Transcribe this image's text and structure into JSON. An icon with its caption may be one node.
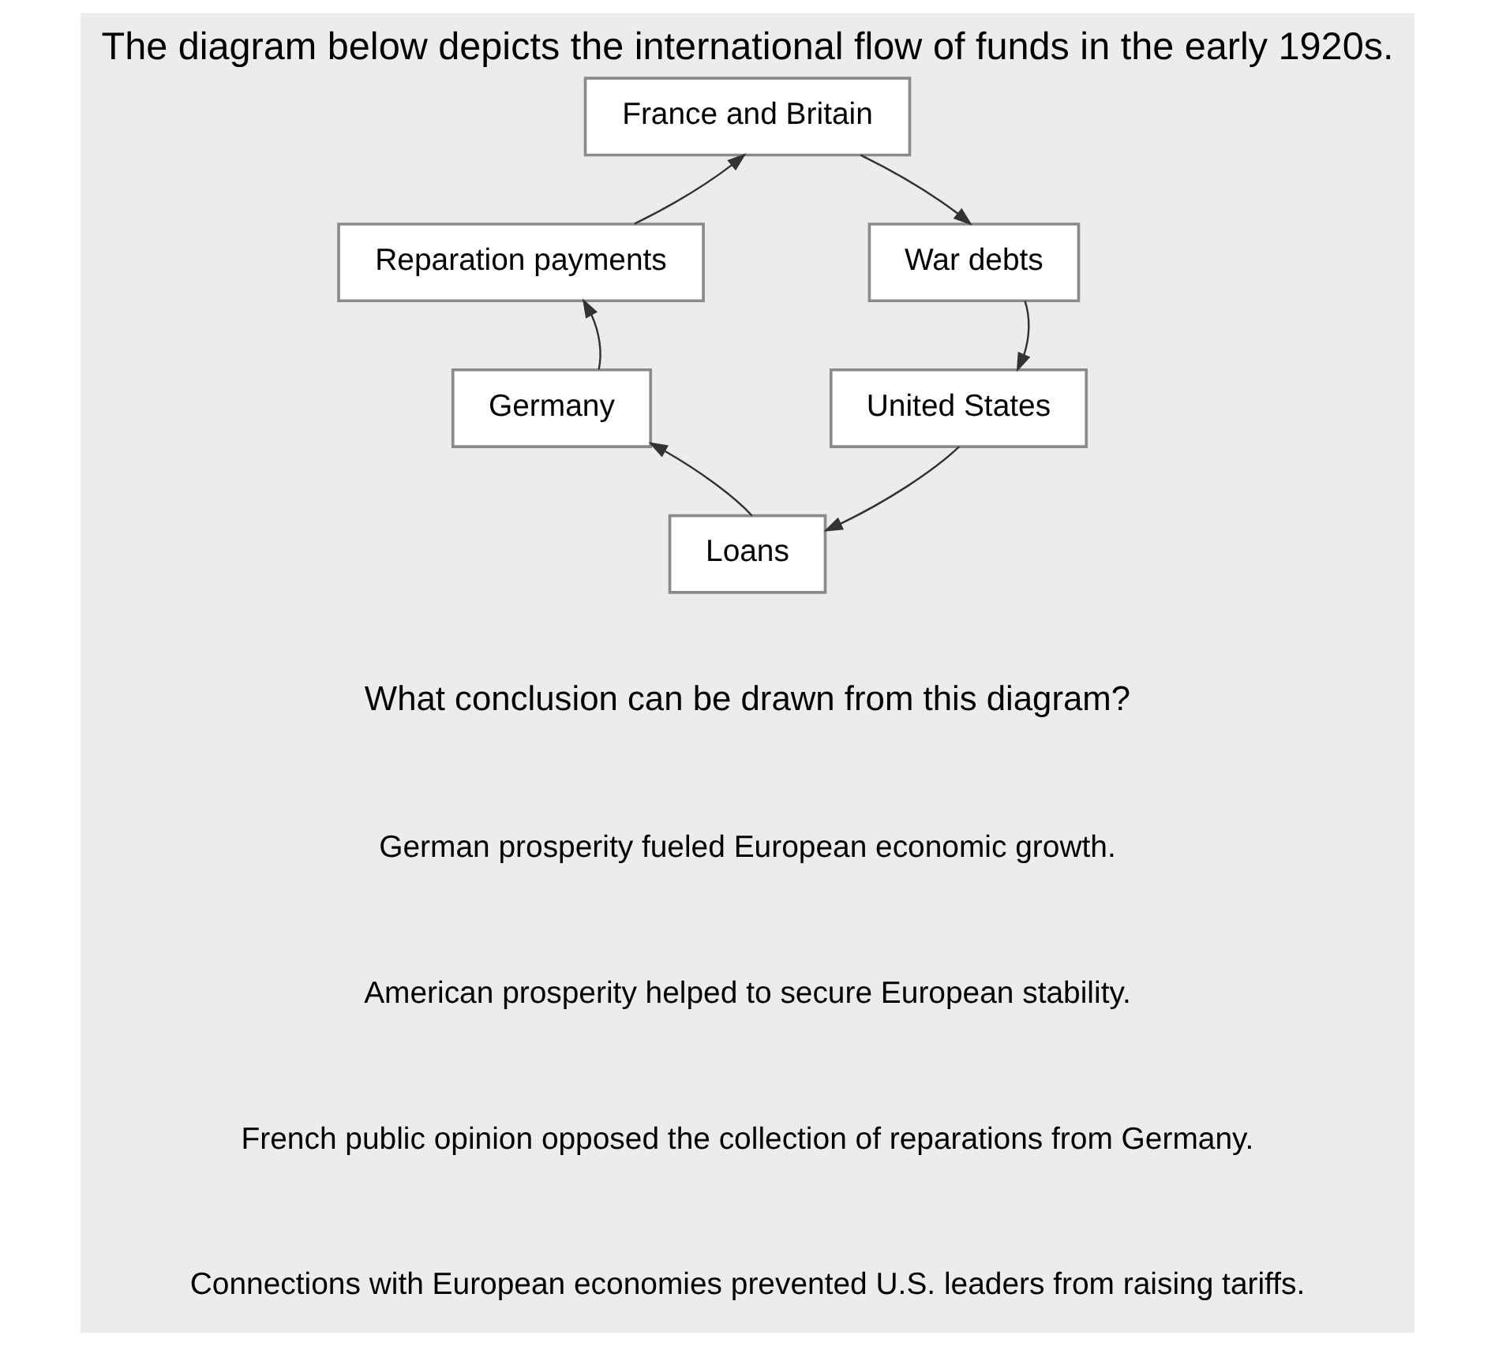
{
  "diagram": {
    "title": "The diagram below depicts the international flow of funds in the early 1920s.",
    "nodes": [
      {
        "text": [
          "France and Britain"
        ]
      },
      {
        "text": [
          "Reparation payments"
        ]
      },
      {
        "text": [
          "War debts"
        ]
      },
      {
        "text": [
          "Germany"
        ]
      },
      {
        "text": [
          "United States"
        ]
      },
      {
        "text": [
          "Loans"
        ]
      }
    ],
    "edges": [
      {
        "from": 1,
        "to": 0,
        "arrow": "to"
      },
      {
        "from": 0,
        "to": 2,
        "arrow": "to"
      },
      {
        "from": 2,
        "to": 4,
        "arrow": "to"
      },
      {
        "from": 4,
        "to": 5,
        "arrow": "to"
      },
      {
        "from": 5,
        "to": 3,
        "arrow": "to"
      },
      {
        "from": 3,
        "to": 1,
        "arrow": "to"
      }
    ],
    "labels": [
      "What conclusion can be drawn from this diagram?",
      "German prosperity fueled European economic growth.",
      "American prosperity helped to secure European stability.",
      "French public opinion opposed the collection of reparations from Germany.",
      "Connections with European economies prevented U.S. leaders from raising tariffs."
    ]
  }
}
